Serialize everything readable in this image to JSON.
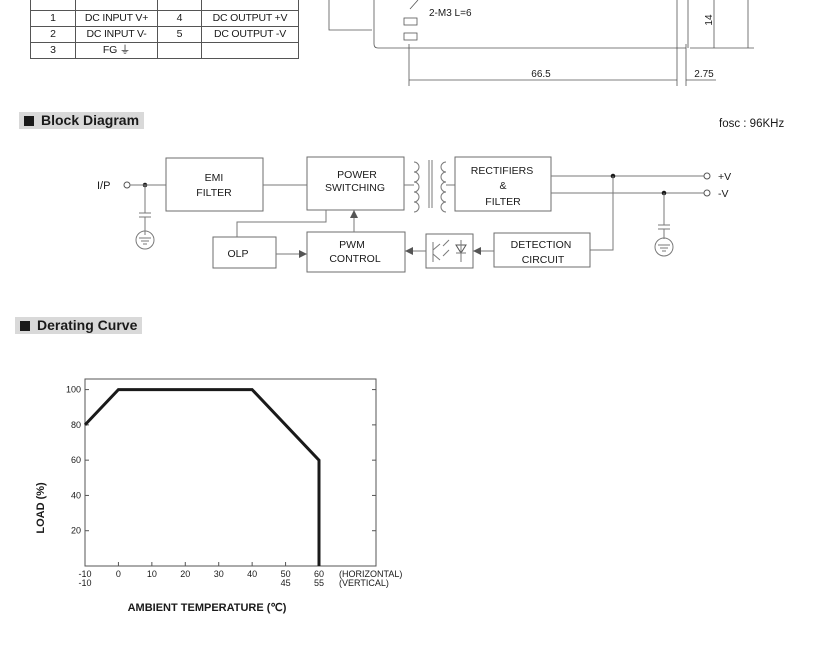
{
  "pin_table": {
    "rows": [
      [
        "1",
        "DC INPUT V+",
        "4",
        "DC OUTPUT +V"
      ],
      [
        "2",
        "DC INPUT V-",
        "5",
        "DC OUTPUT -V"
      ],
      [
        "3",
        "FG ⏚",
        "",
        ""
      ]
    ]
  },
  "mechanical": {
    "screw_note": "2-M3  L=6",
    "dim_width": "66.5",
    "dim_margin": "2.75",
    "dim_height": "14"
  },
  "block_diagram": {
    "heading": "Block Diagram",
    "fosc": "fosc : 96KHz",
    "input_label": "I/P",
    "emi_line1": "EMI",
    "emi_line2": "FILTER",
    "power_line1": "POWER",
    "power_line2": "SWITCHING",
    "rect_line1": "RECTIFIERS",
    "rect_line2": "&",
    "rect_line3": "FILTER",
    "olp": "OLP",
    "pwm_line1": "PWM",
    "pwm_line2": "CONTROL",
    "det_line1": "DETECTION",
    "det_line2": "CIRCUIT",
    "out_pos": "+V",
    "out_neg": "-V"
  },
  "derating": {
    "heading": "Derating Curve"
  },
  "chart_data": {
    "type": "line",
    "x": [
      -10,
      0,
      40,
      60,
      60
    ],
    "series": [
      {
        "values": [
          80,
          100,
          100,
          60,
          0
        ]
      }
    ],
    "xlim": [
      -10,
      60
    ],
    "ylim": [
      0,
      106
    ],
    "x_ticks": [
      "-10",
      "0",
      "10",
      "20",
      "30",
      "40",
      "50",
      "60"
    ],
    "x_ticks_vertical": [
      "-10",
      "45",
      "55"
    ],
    "y_ticks": [
      "20",
      "40",
      "60",
      "80",
      "100"
    ],
    "x_note_horizontal": "(HORIZONTAL)",
    "x_note_vertical": "(VERTICAL)",
    "xlabel": "AMBIENT TEMPERATURE (℃)",
    "ylabel": "LOAD (%)",
    "grid": false
  }
}
